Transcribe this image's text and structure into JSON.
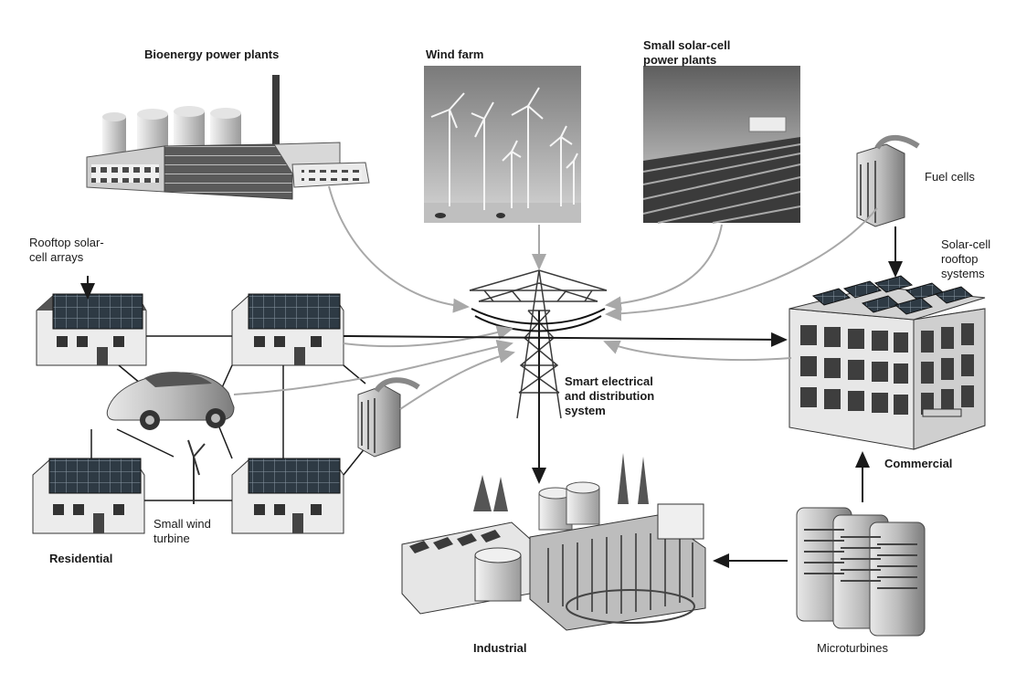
{
  "labels": {
    "bioenergy": "Bioenergy power plants",
    "wind_farm": "Wind farm",
    "small_solar": "Small solar-cell\npower plants",
    "fuel_cells_right": "Fuel cells",
    "rooftop_solar": "Rooftop solar-\ncell arrays",
    "solar_rooftop_systems": "Solar-cell\nrooftop\nsystems",
    "smart_grid": "Smart electrical\nand distribution\nsystem",
    "commercial": "Commercial",
    "residential": "Residential",
    "small_wind": "Small wind\nturbine",
    "industrial": "Industrial",
    "microturbines": "Microturbines"
  },
  "colors": {
    "flow_gray": "#a8a8a8",
    "flow_black": "#1a1a1a",
    "structure_dark": "#3a3a3a",
    "solar_panel": "#2e3a44"
  }
}
